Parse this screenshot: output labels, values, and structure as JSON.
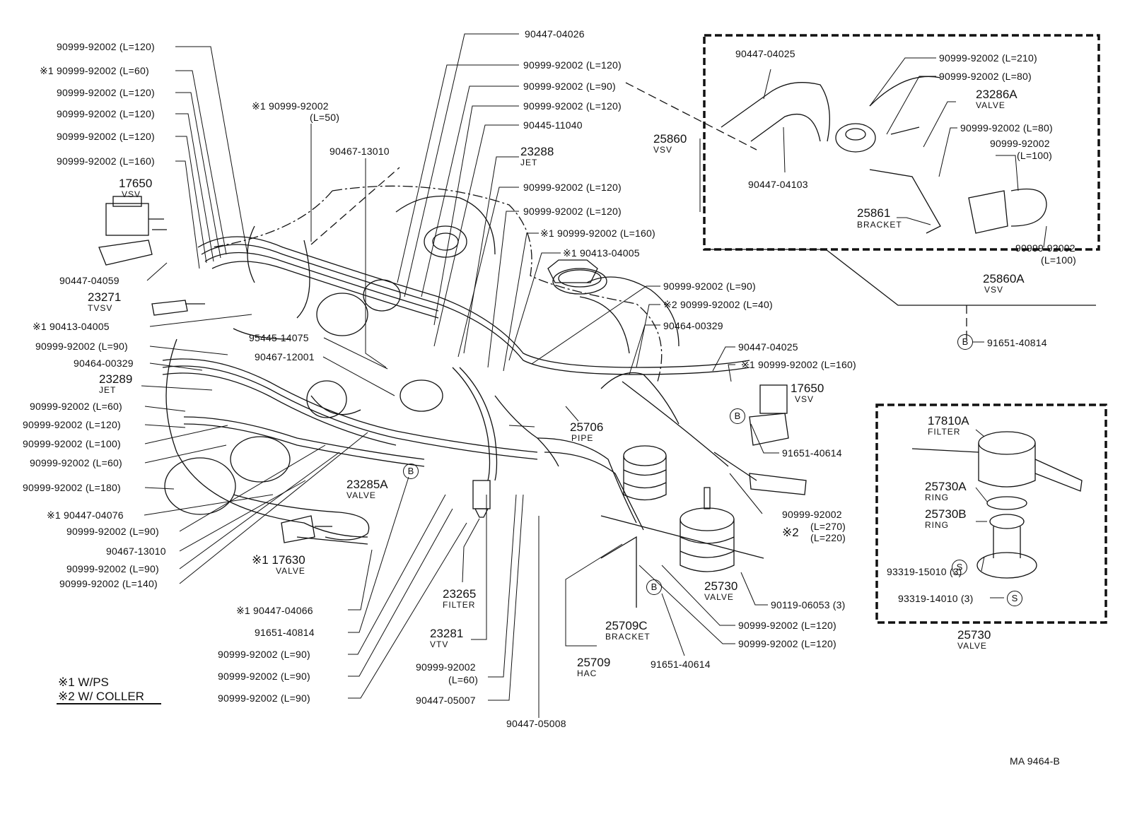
{
  "colors": {
    "ink": "#111111",
    "background": "#ffffff"
  },
  "callouts": {
    "c01": "90999-92002 (L=120)",
    "c02": "※1 90999-92002 (L=60)",
    "c03": "90999-92002 (L=120)",
    "c04": "90999-92002 (L=120)",
    "c05": "90999-92002 (L=120)",
    "c06": "90999-92002 (L=160)",
    "c07": "90447-04059",
    "c08": "※1 90413-04005",
    "c09": "90999-92002 (L=90)",
    "c10": "90464-00329",
    "c11": "90999-92002 (L=60)",
    "c12": "90999-92002 (L=120)",
    "c13": "90999-92002 (L=100)",
    "c14": "90999-92002 (L=60)",
    "c15": "90999-92002 (L=180)",
    "c16": "※1 90447-04076",
    "c17": "90999-92002 (L=90)",
    "c18": "90467-13010",
    "c19": "90999-92002 (L=90)",
    "c20": "90999-92002 (L=140)",
    "c21": "※1 90999-92002",
    "c21b": "(L=50)",
    "c22": "90467-13010",
    "c23": "95445-14075",
    "c24": "90467-12001",
    "c25": "90447-04026",
    "c26": "90999-92002 (L=120)",
    "c27": "90999-92002 (L=90)",
    "c28": "90999-92002 (L=120)",
    "c29": "90445-11040",
    "c30": "90999-92002 (L=120)",
    "c31": "90999-92002 (L=120)",
    "c32": "※1 90999-92002 (L=160)",
    "c33": "※1 90413-04005",
    "c34": "90999-92002 (L=90)",
    "c35": "※2 90999-92002 (L=40)",
    "c36": "90464-00329",
    "c37": "90447-04025",
    "c38": "※1 90999-92002 (L=160)",
    "c39": "91651-40614",
    "c40": "90999-92002",
    "c40b": "(L=270)",
    "c40c": "(L=220)",
    "c40mark": "※2",
    "c41": "90119-06053 (3)",
    "c42": "90999-92002 (L=120)",
    "c43": "90999-92002 (L=120)",
    "c44": "91651-40614",
    "c45": "※1 90447-04066",
    "c46": "91651-40814",
    "c47": "90999-92002 (L=90)",
    "c48": "90999-92002 (L=90)",
    "c49": "90999-92002 (L=90)",
    "c50": "90999-92002",
    "c50b": "(L=60)",
    "c51": "90447-05007",
    "c52": "90447-05008",
    "c53": "90447-04025",
    "c54": "90447-04103",
    "c55": "90999-92002 (L=210)",
    "c56": "90999-92002 (L=80)",
    "c57": "90999-92002 (L=80)",
    "c58": "90999-92002",
    "c58b": "(L=100)",
    "c59": "90999-92002",
    "c59b": "(L=100)",
    "c60": "91651-40814",
    "c61": "93319-15010 (3)",
    "c62": "93319-14010 (3)"
  },
  "parts": {
    "p17650a": {
      "num": "17650",
      "name": "VSV"
    },
    "p23271": {
      "num": "23271",
      "name": "TVSV"
    },
    "p23289": {
      "num": "23289",
      "name": "JET"
    },
    "p23288": {
      "num": "23288",
      "name": "JET"
    },
    "p23285a": {
      "num": "23285A",
      "name": "VALVE"
    },
    "p17630": {
      "num": "※1 17630",
      "name": "VALVE"
    },
    "p23265": {
      "num": "23265",
      "name": "FILTER"
    },
    "p23281": {
      "num": "23281",
      "name": "VTV"
    },
    "p25706": {
      "num": "25706",
      "name": "PIPE"
    },
    "p17650b": {
      "num": "17650",
      "name": "VSV"
    },
    "p25730a": {
      "num": "25730",
      "name": "VALVE"
    },
    "p25709c": {
      "num": "25709C",
      "name": "BRACKET"
    },
    "p25709": {
      "num": "25709",
      "name": "HAC"
    },
    "p25860": {
      "num": "25860",
      "name": "VSV"
    },
    "p25861": {
      "num": "25861",
      "name": "BRACKET"
    },
    "p23286a": {
      "num": "23286A",
      "name": "VALVE"
    },
    "p25860a": {
      "num": "25860A",
      "name": "VSV"
    },
    "p17810a": {
      "num": "17810A",
      "name": "FILTER"
    },
    "p25730ar": {
      "num": "25730A",
      "name": "RING"
    },
    "p25730br": {
      "num": "25730B",
      "name": "RING"
    },
    "p25730b": {
      "num": "25730",
      "name": "VALVE"
    }
  },
  "markers": {
    "b": "B",
    "s": "S"
  },
  "legend": {
    "note1": "※1 W/PS",
    "note2": "※2 W/ COLLER"
  },
  "footer": {
    "code": "MA  9464-B"
  }
}
